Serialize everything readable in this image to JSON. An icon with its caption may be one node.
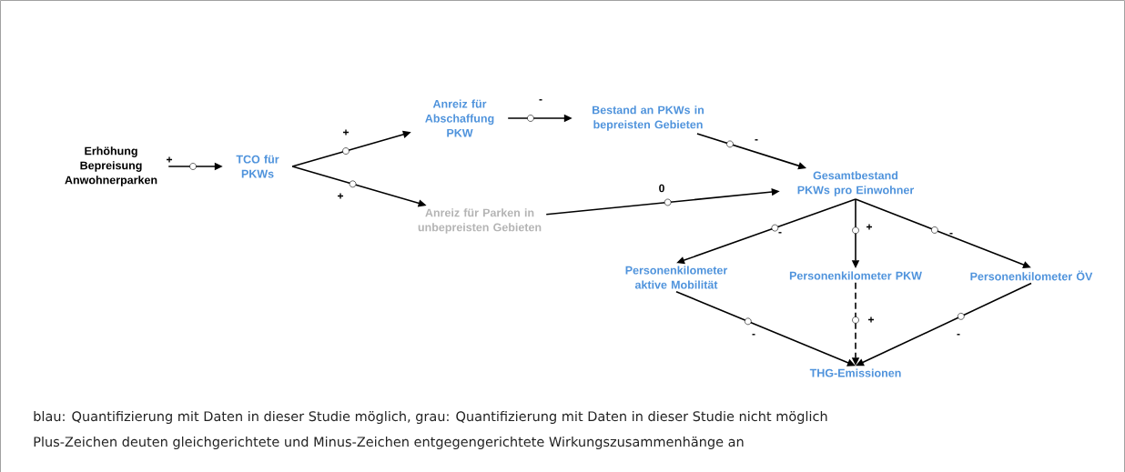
{
  "diagram": {
    "nodes": [
      {
        "text": [
          "Erhöhung Bepreisung Anwohnerparken"
        ]
      },
      {
        "text": [
          "TCO für PKWs"
        ]
      },
      {
        "text": [
          "Anreiz für Abschaffung PKW"
        ]
      },
      {
        "text": [
          "Bestand an PKWs in bepreisten Gebieten"
        ]
      },
      {
        "text": [
          "Anreiz für Parken in unbepreisten Gebieten"
        ]
      },
      {
        "text": [
          "Gesamtbestand PKWs pro Einwohner"
        ]
      },
      {
        "text": [
          "Personenkilometer aktive Mobilität"
        ]
      },
      {
        "text": [
          "Personenkilometer PKW"
        ]
      },
      {
        "text": [
          "Personenkilometer ÖV"
        ]
      },
      {
        "text": [
          "THG-Emissionen"
        ]
      }
    ],
    "edges": [
      {
        "from": 0,
        "to": 1,
        "arrow": "to",
        "label": "+"
      },
      {
        "from": 1,
        "to": 2,
        "arrow": "to",
        "label": "+"
      },
      {
        "from": 1,
        "to": 4,
        "arrow": "to",
        "label": "+"
      },
      {
        "from": 2,
        "to": 3,
        "arrow": "to",
        "label": "-"
      },
      {
        "from": 3,
        "to": 5,
        "arrow": "to",
        "label": "-"
      },
      {
        "from": 4,
        "to": 5,
        "arrow": "to",
        "label": "0"
      },
      {
        "from": 5,
        "to": 6,
        "arrow": "to",
        "label": "-"
      },
      {
        "from": 5,
        "to": 7,
        "arrow": "to",
        "label": "+"
      },
      {
        "from": 5,
        "to": 8,
        "arrow": "to",
        "label": "-"
      },
      {
        "from": 6,
        "to": 9,
        "arrow": "to",
        "label": "-"
      },
      {
        "from": 7,
        "to": 9,
        "arrow": "to",
        "label": "+",
        "style": "dashed"
      },
      {
        "from": 8,
        "to": 9,
        "arrow": "to",
        "label": "-"
      }
    ],
    "labels": [
      "blau: Quantifizierung mit Daten in dieser Studie möglich, grau: Quantifizierung mit Daten in dieser Studie nicht möglich",
      "Plus-Zeichen deuten gleichgerichtete und Minus-Zeichen entgegengerichtete Wirkungszusammenhänge an"
    ]
  }
}
